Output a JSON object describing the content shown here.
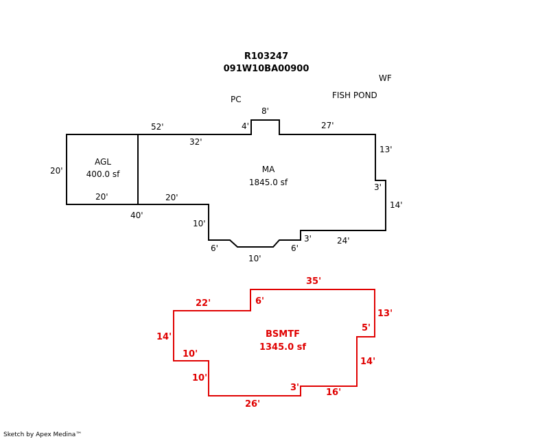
{
  "header": {
    "parcel_id": "R103247",
    "map_number": "091W10BA00900"
  },
  "notes": {
    "wf": "WF",
    "fish_pond": "FISH POND",
    "pc": "PC"
  },
  "areas": {
    "agl": {
      "label": "AGL",
      "area": "400.0 sf"
    },
    "ma": {
      "label": "MA",
      "area": "1845.0 sf"
    },
    "bsmtf": {
      "label": "BSMTF",
      "area": "1345.0 sf"
    }
  },
  "dims_upper": {
    "d52": "52'",
    "d8": "8'",
    "d4": "4'",
    "d27": "27'",
    "d32": "32'",
    "d13": "13'",
    "d20_left": "20'",
    "d20_agl": "20'",
    "d20_ma": "20'",
    "d40": "40'",
    "d3_right": "3'",
    "d14": "14'",
    "d10_left": "10'",
    "d6_left": "6'",
    "d10_bottom": "10'",
    "d6_right": "6'",
    "d3_bottom": "3'",
    "d24": "24'"
  },
  "dims_lower": {
    "d35": "35'",
    "d22": "22'",
    "d6": "6'",
    "d13": "13'",
    "d14_left": "14'",
    "d5": "5'",
    "d10_a": "10'",
    "d14_right": "14'",
    "d10_b": "10'",
    "d3": "3'",
    "d16": "16'",
    "d26": "26'"
  },
  "footer": {
    "credit": "Sketch by Apex Medina™"
  },
  "colors": {
    "upper_outline": "#000000",
    "lower_outline": "#e00000"
  }
}
